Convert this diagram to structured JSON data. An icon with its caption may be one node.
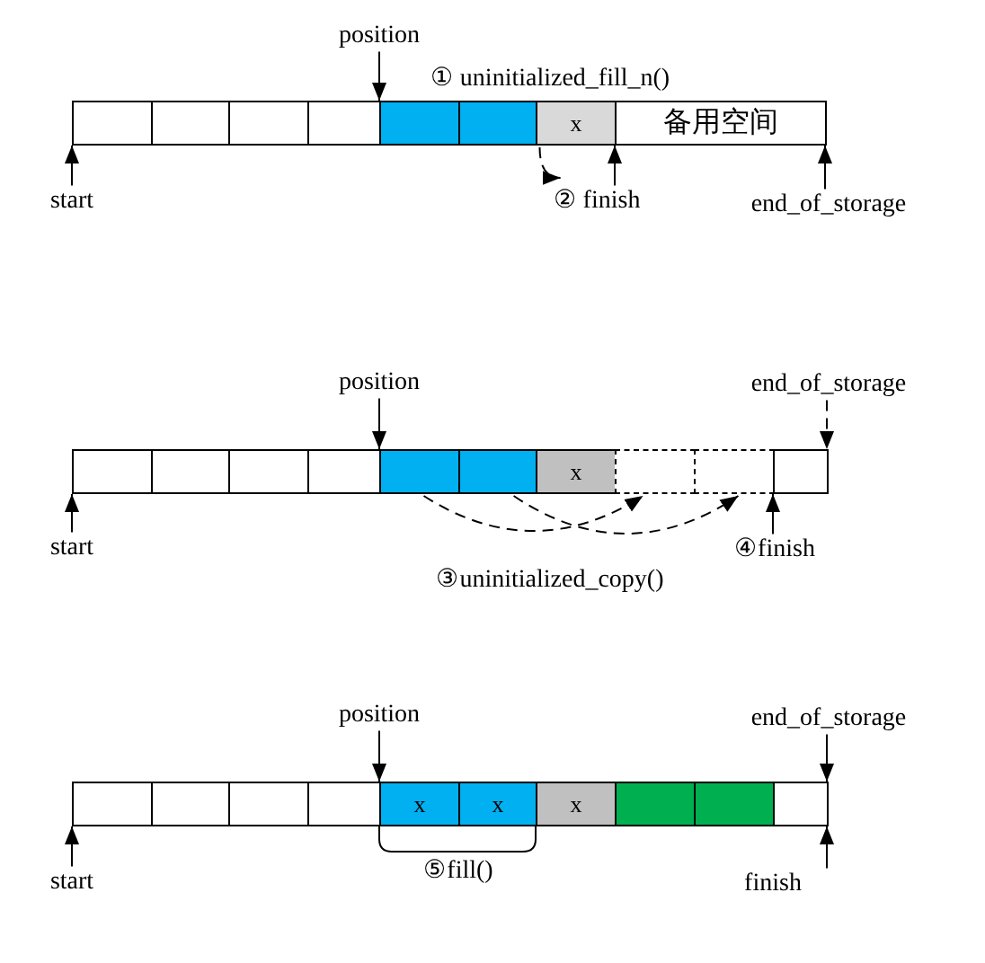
{
  "diagram": {
    "nodes": [
      {
        "text": [
          "position"
        ]
      },
      {
        "text": [
          "start"
        ]
      },
      {
        "text": [
          "② finish"
        ]
      },
      {
        "text": [
          "end_of_storage"
        ]
      },
      {
        "text": [],
        "shape": "box"
      },
      {
        "text": [],
        "shape": "box"
      },
      {
        "text": [],
        "shape": "box"
      },
      {
        "text": [],
        "shape": "box"
      },
      {
        "text": [],
        "shape": "box"
      },
      {
        "text": [],
        "shape": "box"
      },
      {
        "text": [
          "x"
        ]
      },
      {
        "text": [
          "备用空间"
        ]
      },
      {
        "text": [
          "position"
        ]
      },
      {
        "text": [
          "end_of_storage"
        ]
      },
      {
        "text": [
          "start"
        ]
      },
      {
        "text": [
          "④finish"
        ]
      },
      {
        "text": [],
        "shape": "box"
      },
      {
        "text": [],
        "shape": "box"
      },
      {
        "text": [],
        "shape": "box"
      },
      {
        "text": [],
        "shape": "box"
      },
      {
        "text": [],
        "shape": "box"
      },
      {
        "text": [],
        "shape": "box"
      },
      {
        "text": [
          "x"
        ]
      },
      {
        "text": [],
        "shape": "box"
      },
      {
        "text": [],
        "shape": "box"
      },
      {
        "text": [],
        "shape": "box"
      },
      {
        "text": [
          "position"
        ]
      },
      {
        "text": [
          "end_of_storage"
        ]
      },
      {
        "text": [
          "start"
        ]
      },
      {
        "text": [
          "finish"
        ]
      },
      {
        "text": [],
        "shape": "box"
      },
      {
        "text": [],
        "shape": "box"
      },
      {
        "text": [],
        "shape": "box"
      },
      {
        "text": [],
        "shape": "box"
      },
      {
        "text": [
          "x"
        ]
      },
      {
        "text": [
          "x"
        ]
      },
      {
        "text": [
          "x"
        ]
      },
      {
        "text": [],
        "shape": "box"
      },
      {
        "text": [],
        "shape": "box"
      },
      {
        "text": [],
        "shape": "box"
      }
    ],
    "edges": [
      {
        "from": 0,
        "to": 8,
        "arrow": "to"
      },
      {
        "from": 1,
        "to": 4,
        "arrow": "to"
      },
      {
        "from": 2,
        "to": 11,
        "arrow": "to"
      },
      {
        "from": 3,
        "to": 11,
        "arrow": "to"
      },
      {
        "from": 10,
        "to": 2,
        "arrow": "to",
        "style": "dashed"
      },
      {
        "from": 12,
        "to": 20,
        "arrow": "to"
      },
      {
        "from": 13,
        "to": 25,
        "arrow": "to",
        "style": "dashed"
      },
      {
        "from": 14,
        "to": 16,
        "arrow": "to"
      },
      {
        "from": 15,
        "to": 25,
        "arrow": "to"
      },
      {
        "from": 20,
        "to": 23,
        "arrow": "to",
        "style": "dashed"
      },
      {
        "from": 21,
        "to": 24,
        "arrow": "to",
        "style": "dashed"
      },
      {
        "from": 26,
        "to": 34,
        "arrow": "to"
      },
      {
        "from": 27,
        "to": 39,
        "arrow": "to"
      },
      {
        "from": 28,
        "to": 30,
        "arrow": "to"
      },
      {
        "from": 29,
        "to": 39,
        "arrow": "to"
      }
    ],
    "labels": [
      "① uninitialized_fill_n()",
      "③uninitialized_copy()",
      "⑤fill()"
    ]
  }
}
